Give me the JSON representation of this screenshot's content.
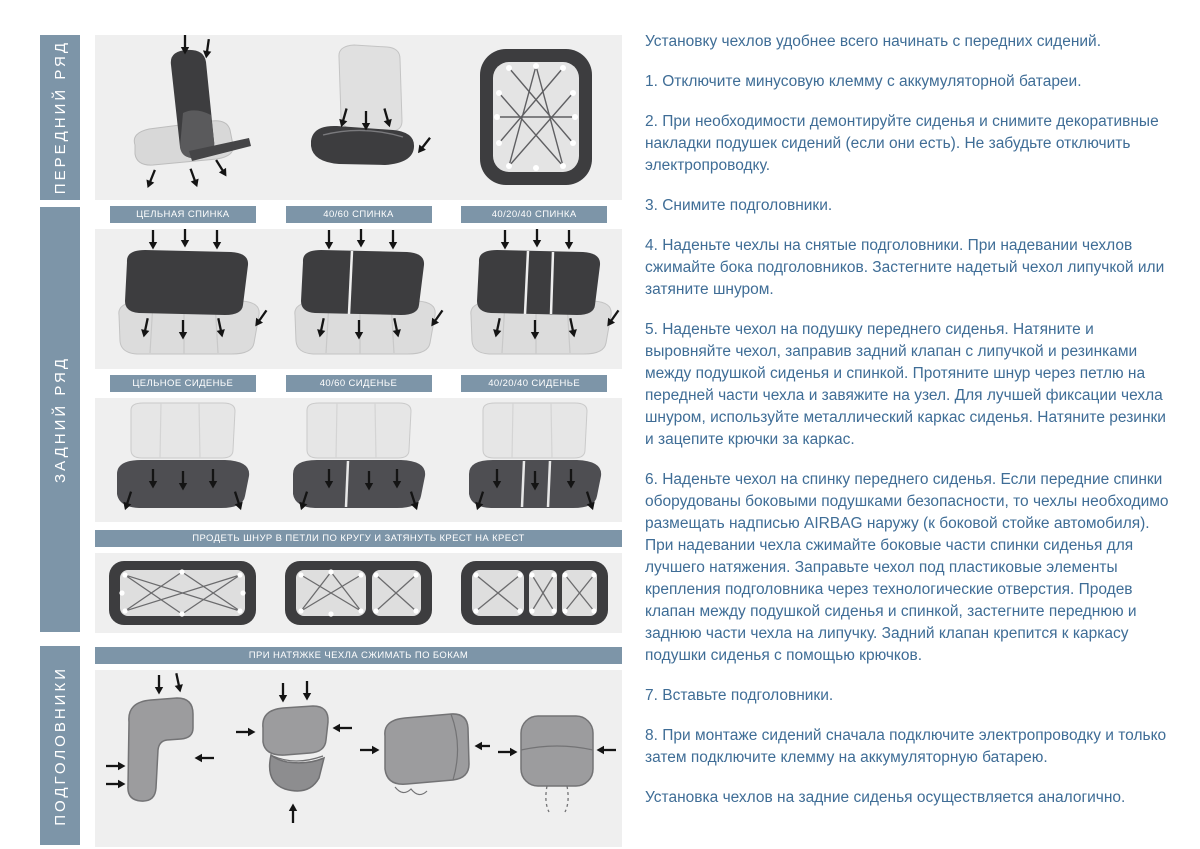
{
  "page": {
    "accent_color": "#7d95a8",
    "panel_bg_color": "#efefef",
    "text_color": "#3f6d96"
  },
  "rail": {
    "front": "ПЕРЕДНИЙ РЯД",
    "rear": "ЗАДНИЙ РЯД",
    "headrests": "ПОДГОЛОВНИКИ"
  },
  "labels": {
    "back_types": [
      "ЦЕЛЬНАЯ СПИНКА",
      "40/60 СПИНКА",
      "40/20/40 СПИНКА"
    ],
    "seat_types": [
      "ЦЕЛЬНОЕ СИДЕНЬЕ",
      "40/60 СИДЕНЬЕ",
      "40/20/40 СИДЕНЬЕ"
    ],
    "lace_note": "ПРОДЕТЬ ШНУР В ПЕТЛИ ПО КРУГУ И ЗАТЯНУТЬ КРЕСТ НА КРЕСТ",
    "headrest_note": "ПРИ НАТЯЖКЕ ЧЕХЛА СЖИМАТЬ ПО БОКАМ"
  },
  "instructions": {
    "intro": "Установку чехлов удобнее всего начинать с передних сидений.",
    "steps": [
      "1. Отключите минусовую клемму с аккумуляторной батареи.",
      "2. При необходимости демонтируйте сиденья и снимите декоративные накладки подушек сидений (если они есть). Не забудьте отключить электропроводку.",
      "3. Снимите подголовники.",
      "4. Наденьте чехлы на снятые подголовники. При надевании чехлов сжимайте бока подголовников. Застегните надетый чехол липучкой или затяните шнуром.",
      "5. Наденьте чехол на подушку переднего сиденья. Натяните и выровняйте чехол, заправив задний клапан с липучкой и резинками между подушкой сиденья и спинкой. Протяните шнур через петлю на передней части чехла и завяжите на узел. Для лучшей фиксации чехла шнуром, используйте металлический каркас сиденья. Натяните резинки и зацепите крючки за каркас.",
      "6. Наденьте чехол на спинку переднего сиденья. Если передние спинки оборудованы боковыми подушками безопасности, то чехлы необходимо размещать надписью AIRBAG наружу (к боковой стойке автомобиля). При надевании чехла сжимайте боковые части спинки сиденья для лучшего натяжения. Заправьте чехол под пластиковые элементы крепления подголовника через технологические отверстия. Продев клапан между подушкой сиденья и спинкой, застегните переднюю и заднюю части чехла на липучку. Задний клапан крепится к каркасу подушки сиденья с помощью крючков.",
      "7. Вставьте подголовники.",
      "8. При монтаже сидений сначала подключите электропроводку и только затем подключите клемму на аккумуляторную батарею.",
      "Установка чехлов на задние сиденья осуществляется аналогично."
    ]
  }
}
